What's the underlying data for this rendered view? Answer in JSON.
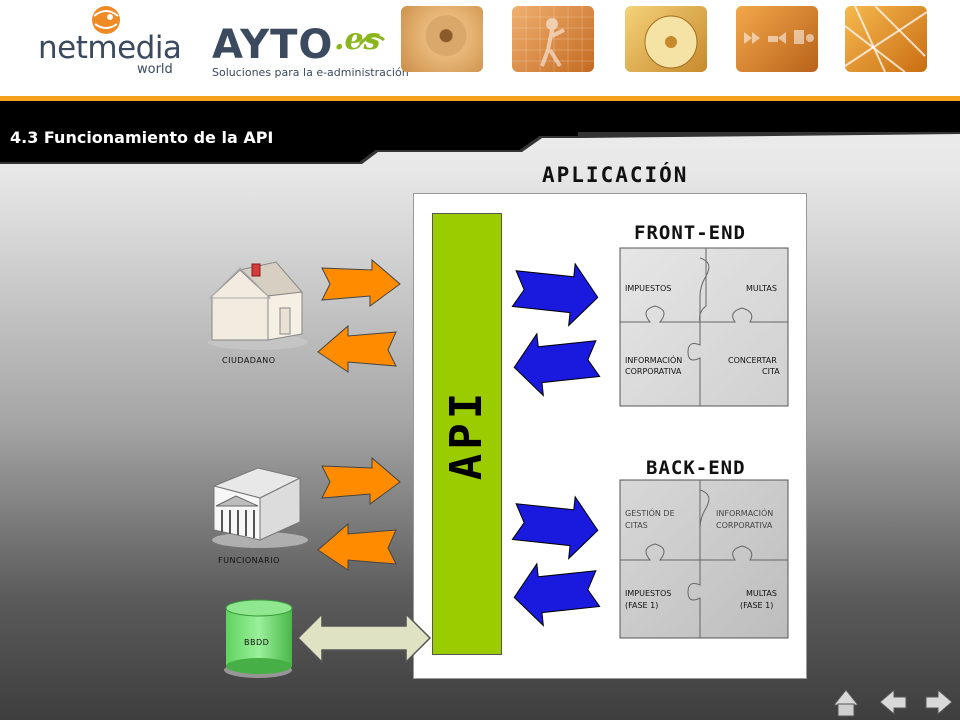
{
  "header": {
    "netmedia_name": "netmedia",
    "netmedia_sub": "world",
    "ayto_name": "AYTO",
    "ayto_suffix": ".es",
    "ayto_tagline": "Soluciones para la e-administración"
  },
  "title": "4.3 Funcionamiento de la API",
  "diagram": {
    "application_label": "APLICACIÓN",
    "api_label": "API",
    "front_end": {
      "label": "FRONT-END",
      "pieces": [
        "IMPUESTOS",
        "MULTAS",
        "INFORMACIÓN",
        "CORPORATIVA",
        "CONCERTAR",
        "CITA"
      ]
    },
    "back_end": {
      "label": "BACK-END",
      "pieces": [
        "GESTIÓN DE",
        "CITAS",
        "INFORMACIÓN",
        "CORPORATIVA",
        "IMPUESTOS",
        "(FASE 1)",
        "MULTAS",
        "(FASE 1)"
      ]
    },
    "actors": {
      "citizen": "CIUDADANO",
      "official": "FUNCIONARIO",
      "database": "BBDD"
    }
  },
  "colors": {
    "orange": "#f5a11e",
    "api_green": "#9acc00",
    "arrow_blue": "#1a1adf",
    "arrow_orange": "#ff8c00"
  },
  "nav": {
    "home_icon": "home-icon",
    "back_icon": "arrow-left-icon",
    "forward_icon": "arrow-right-icon"
  }
}
